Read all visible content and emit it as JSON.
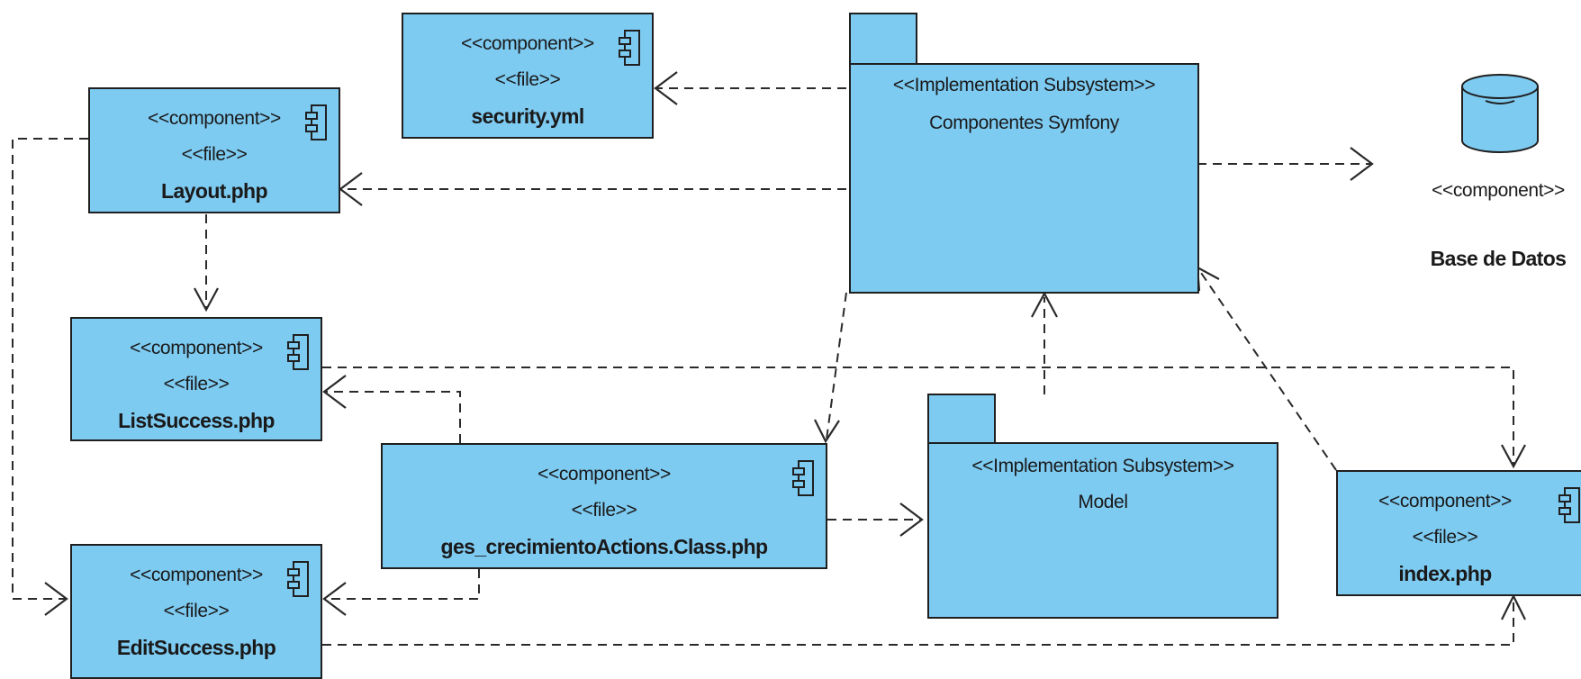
{
  "diagram": {
    "components": {
      "security": {
        "stereotype": "<<component>>",
        "file": "<<file>>",
        "name": "security.yml"
      },
      "layout": {
        "stereotype": "<<component>>",
        "file": "<<file>>",
        "name": "Layout.php"
      },
      "list_success": {
        "stereotype": "<<component>>",
        "file": "<<file>>",
        "name": "ListSuccess.php"
      },
      "actions": {
        "stereotype": "<<component>>",
        "file": "<<file>>",
        "name": "ges_crecimientoActions.Class.php"
      },
      "edit_success": {
        "stereotype": "<<component>>",
        "file": "<<file>>",
        "name": "EditSuccess.php"
      },
      "index": {
        "stereotype": "<<component>>",
        "file": "<<file>>",
        "name": "index.php"
      }
    },
    "subsystems": {
      "symfony": {
        "stereotype": "<<Implementation Subsystem>>",
        "name": "Componentes Symfony"
      },
      "model": {
        "stereotype": "<<Implementation Subsystem>>",
        "name": "Model"
      }
    },
    "database": {
      "stereotype": "<<component>>",
      "name": "Base de Datos"
    },
    "dependencies": [
      {
        "from": "Componentes Symfony",
        "to": "security.yml",
        "style": "dashed"
      },
      {
        "from": "Componentes Symfony",
        "to": "Layout.php",
        "style": "dashed"
      },
      {
        "from": "Componentes Symfony",
        "to": "Base de Datos",
        "style": "dashed"
      },
      {
        "from": "Componentes Symfony",
        "to": "ges_crecimientoActions.Class.php",
        "style": "dashed"
      },
      {
        "from": "Model",
        "to": "Componentes Symfony",
        "style": "dashed"
      },
      {
        "from": "index.php",
        "to": "Componentes Symfony",
        "style": "dashed"
      },
      {
        "from": "Layout.php",
        "to": "ListSuccess.php",
        "style": "dashed"
      },
      {
        "from": "Layout.php",
        "to": "EditSuccess.php",
        "style": "dashed"
      },
      {
        "from": "ges_crecimientoActions.Class.php",
        "to": "ListSuccess.php",
        "style": "dashed"
      },
      {
        "from": "ges_crecimientoActions.Class.php",
        "to": "EditSuccess.php",
        "style": "dashed"
      },
      {
        "from": "ges_crecimientoActions.Class.php",
        "to": "Model",
        "style": "dashed"
      },
      {
        "from": "ListSuccess.php",
        "to": "index.php",
        "style": "dashed"
      },
      {
        "from": "EditSuccess.php",
        "to": "index.php",
        "style": "dashed"
      }
    ],
    "colors": {
      "fill": "#7ecbf2",
      "stroke": "#1f1f1f",
      "text": "#1a1a1a",
      "background": "#ffffff"
    },
    "icons": {
      "component": "component-icon",
      "database": "database-cylinder-icon",
      "package_tab": "package-tab"
    }
  }
}
